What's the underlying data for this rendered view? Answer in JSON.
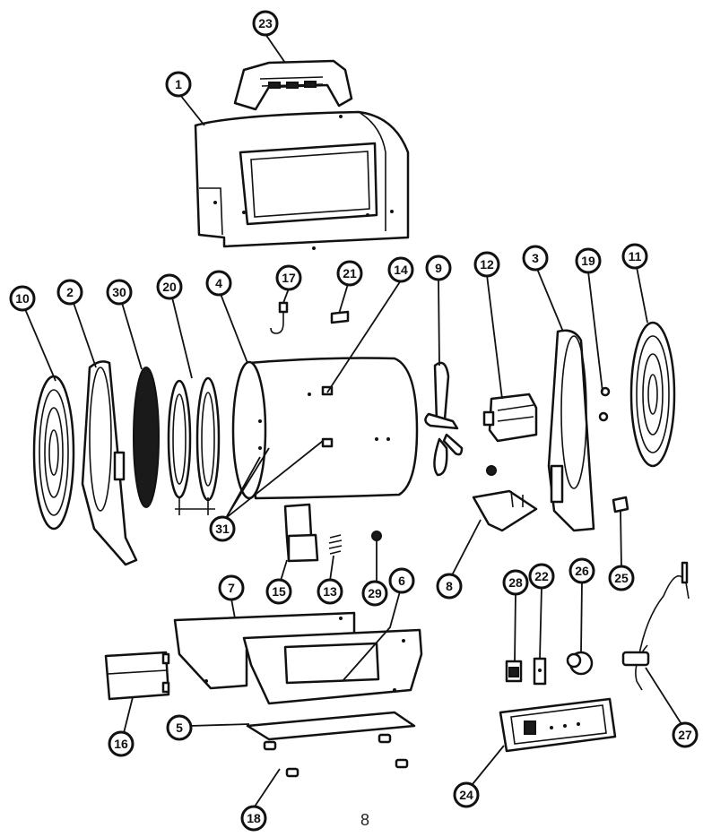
{
  "page_number": "8",
  "callouts": [
    "1",
    "2",
    "3",
    "4",
    "5",
    "6",
    "7",
    "8",
    "9",
    "10",
    "11",
    "12",
    "13",
    "14",
    "15",
    "16",
    "17",
    "18",
    "19",
    "20",
    "21",
    "22",
    "23",
    "24",
    "25",
    "26",
    "27",
    "28",
    "29",
    "30",
    "31"
  ]
}
